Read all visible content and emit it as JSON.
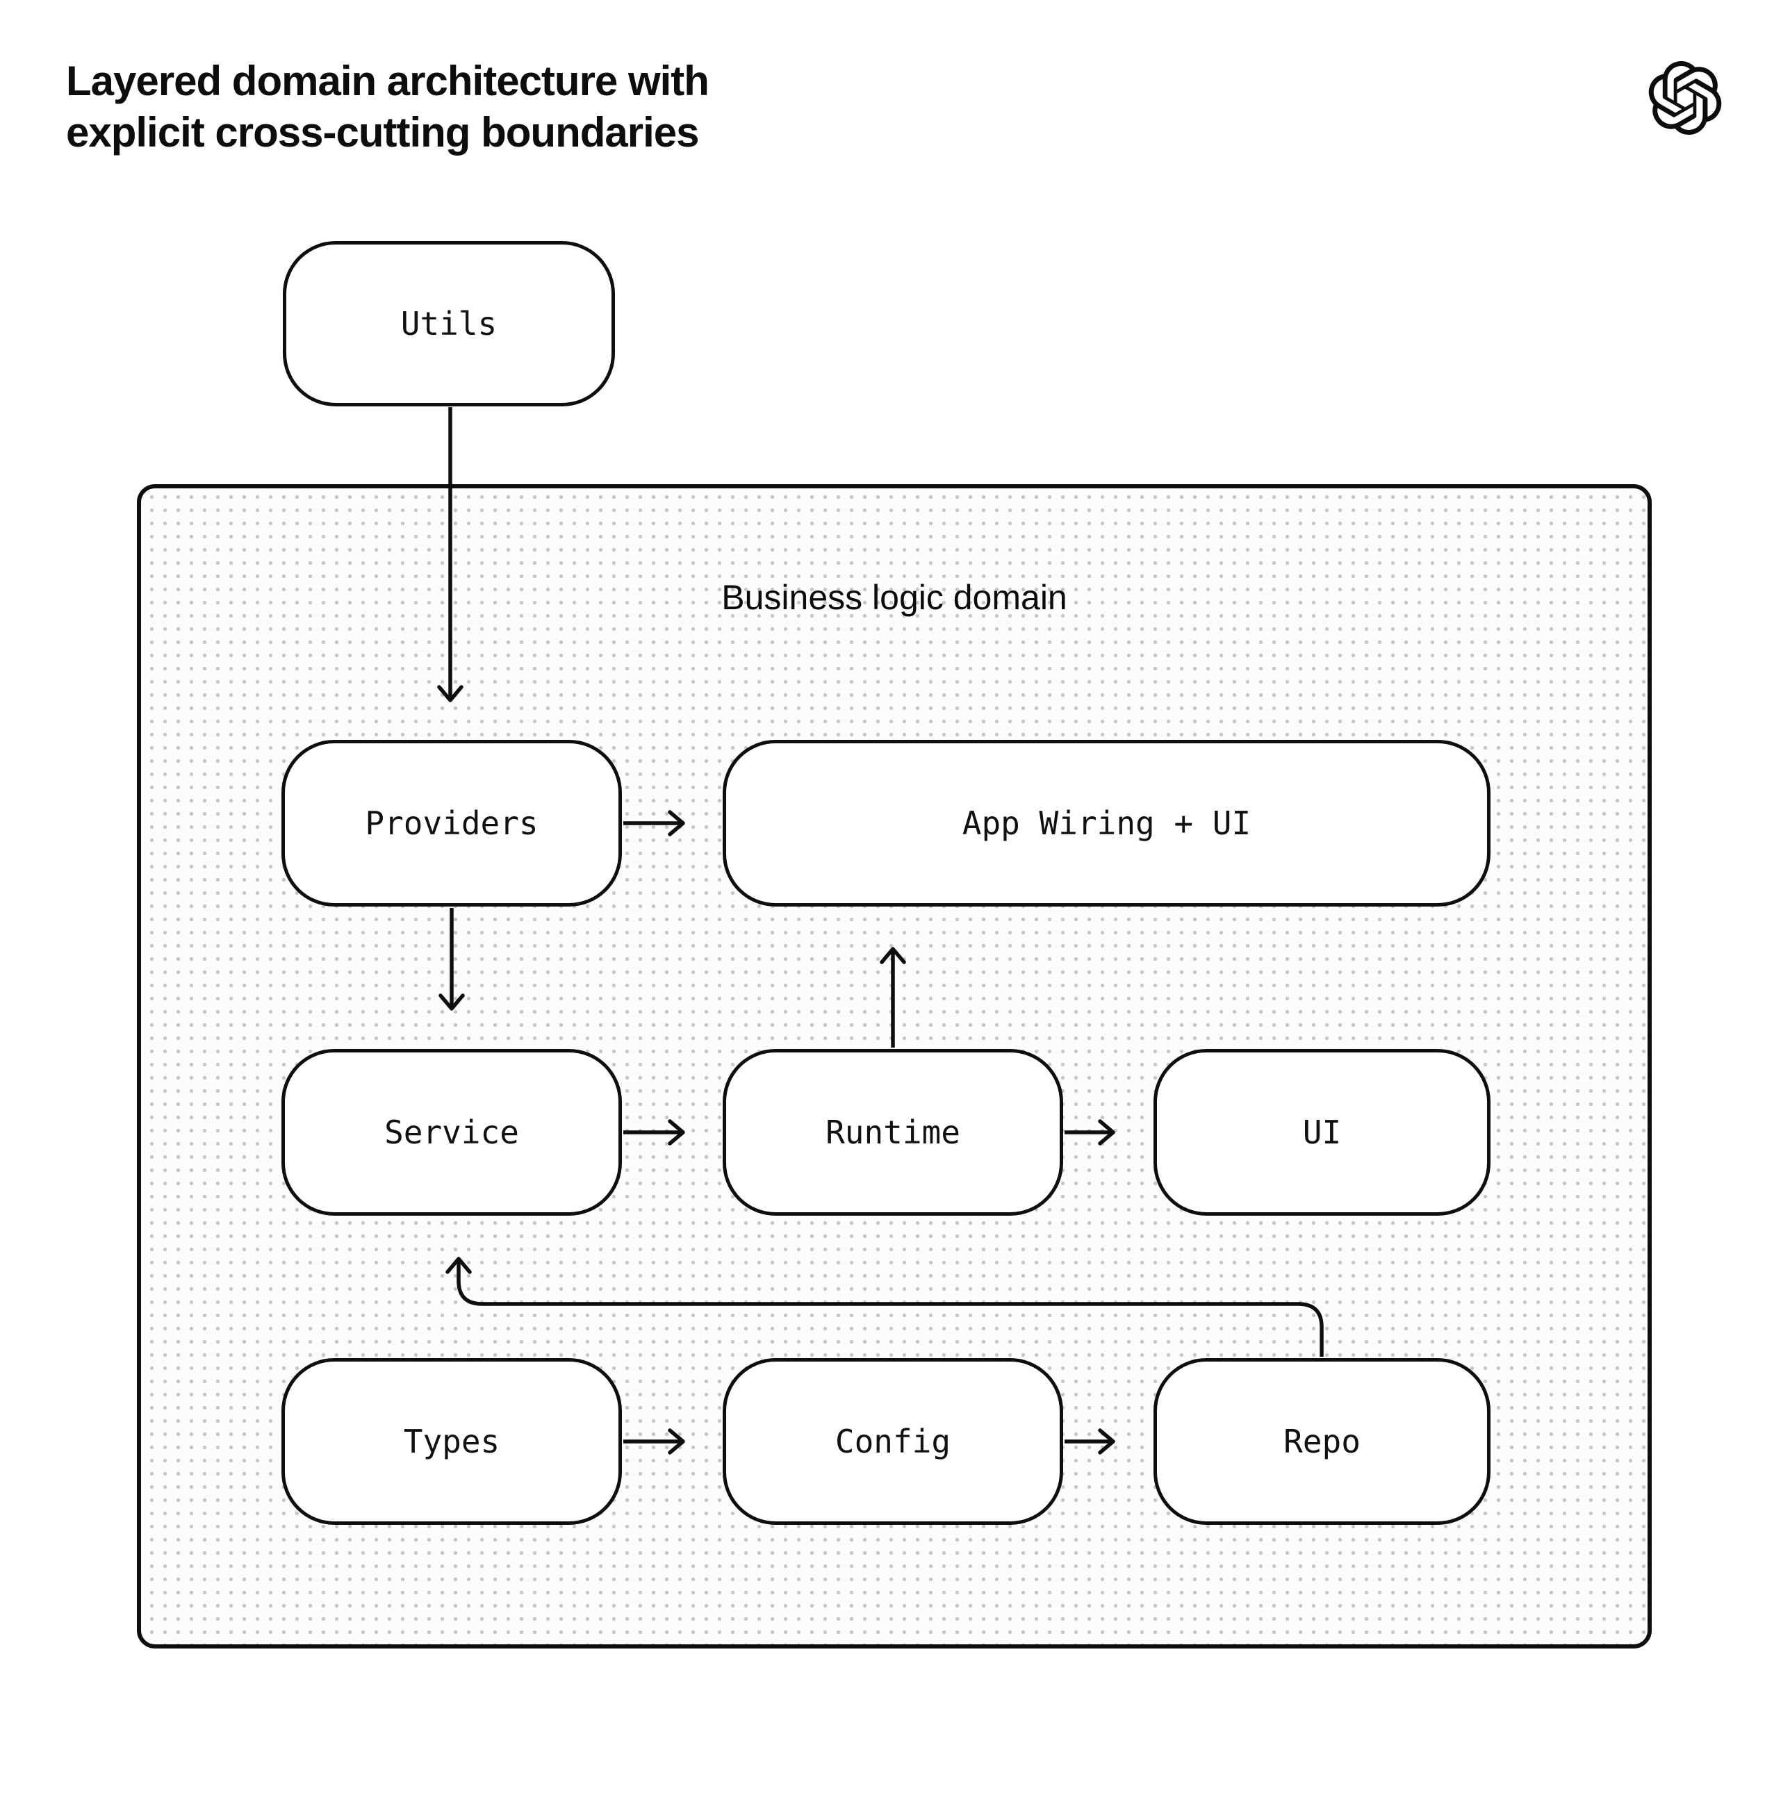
{
  "header": {
    "title_line1": "Layered domain architecture with",
    "title_line2": "explicit cross-cutting boundaries",
    "logo_icon": "openai-logo"
  },
  "diagram": {
    "container_label": "Business logic domain",
    "nodes": {
      "utils": "Utils",
      "providers": "Providers",
      "app_wiring": "App Wiring + UI",
      "service": "Service",
      "runtime": "Runtime",
      "ui": "UI",
      "types": "Types",
      "config": "Config",
      "repo": "Repo"
    },
    "edges": [
      {
        "from": "Utils",
        "to": "Providers"
      },
      {
        "from": "Providers",
        "to": "App Wiring + UI"
      },
      {
        "from": "Providers",
        "to": "Service"
      },
      {
        "from": "Service",
        "to": "Runtime"
      },
      {
        "from": "Runtime",
        "to": "App Wiring + UI"
      },
      {
        "from": "Runtime",
        "to": "UI"
      },
      {
        "from": "Types",
        "to": "Config"
      },
      {
        "from": "Config",
        "to": "Repo"
      },
      {
        "from": "Repo",
        "to": "Service"
      }
    ],
    "colors": {
      "line": "#0e0e0e",
      "node_fill": "#ffffff",
      "container_fill": "#fcfcfc",
      "dot": "#c5c7c7",
      "text": "#0d0d0d"
    }
  }
}
